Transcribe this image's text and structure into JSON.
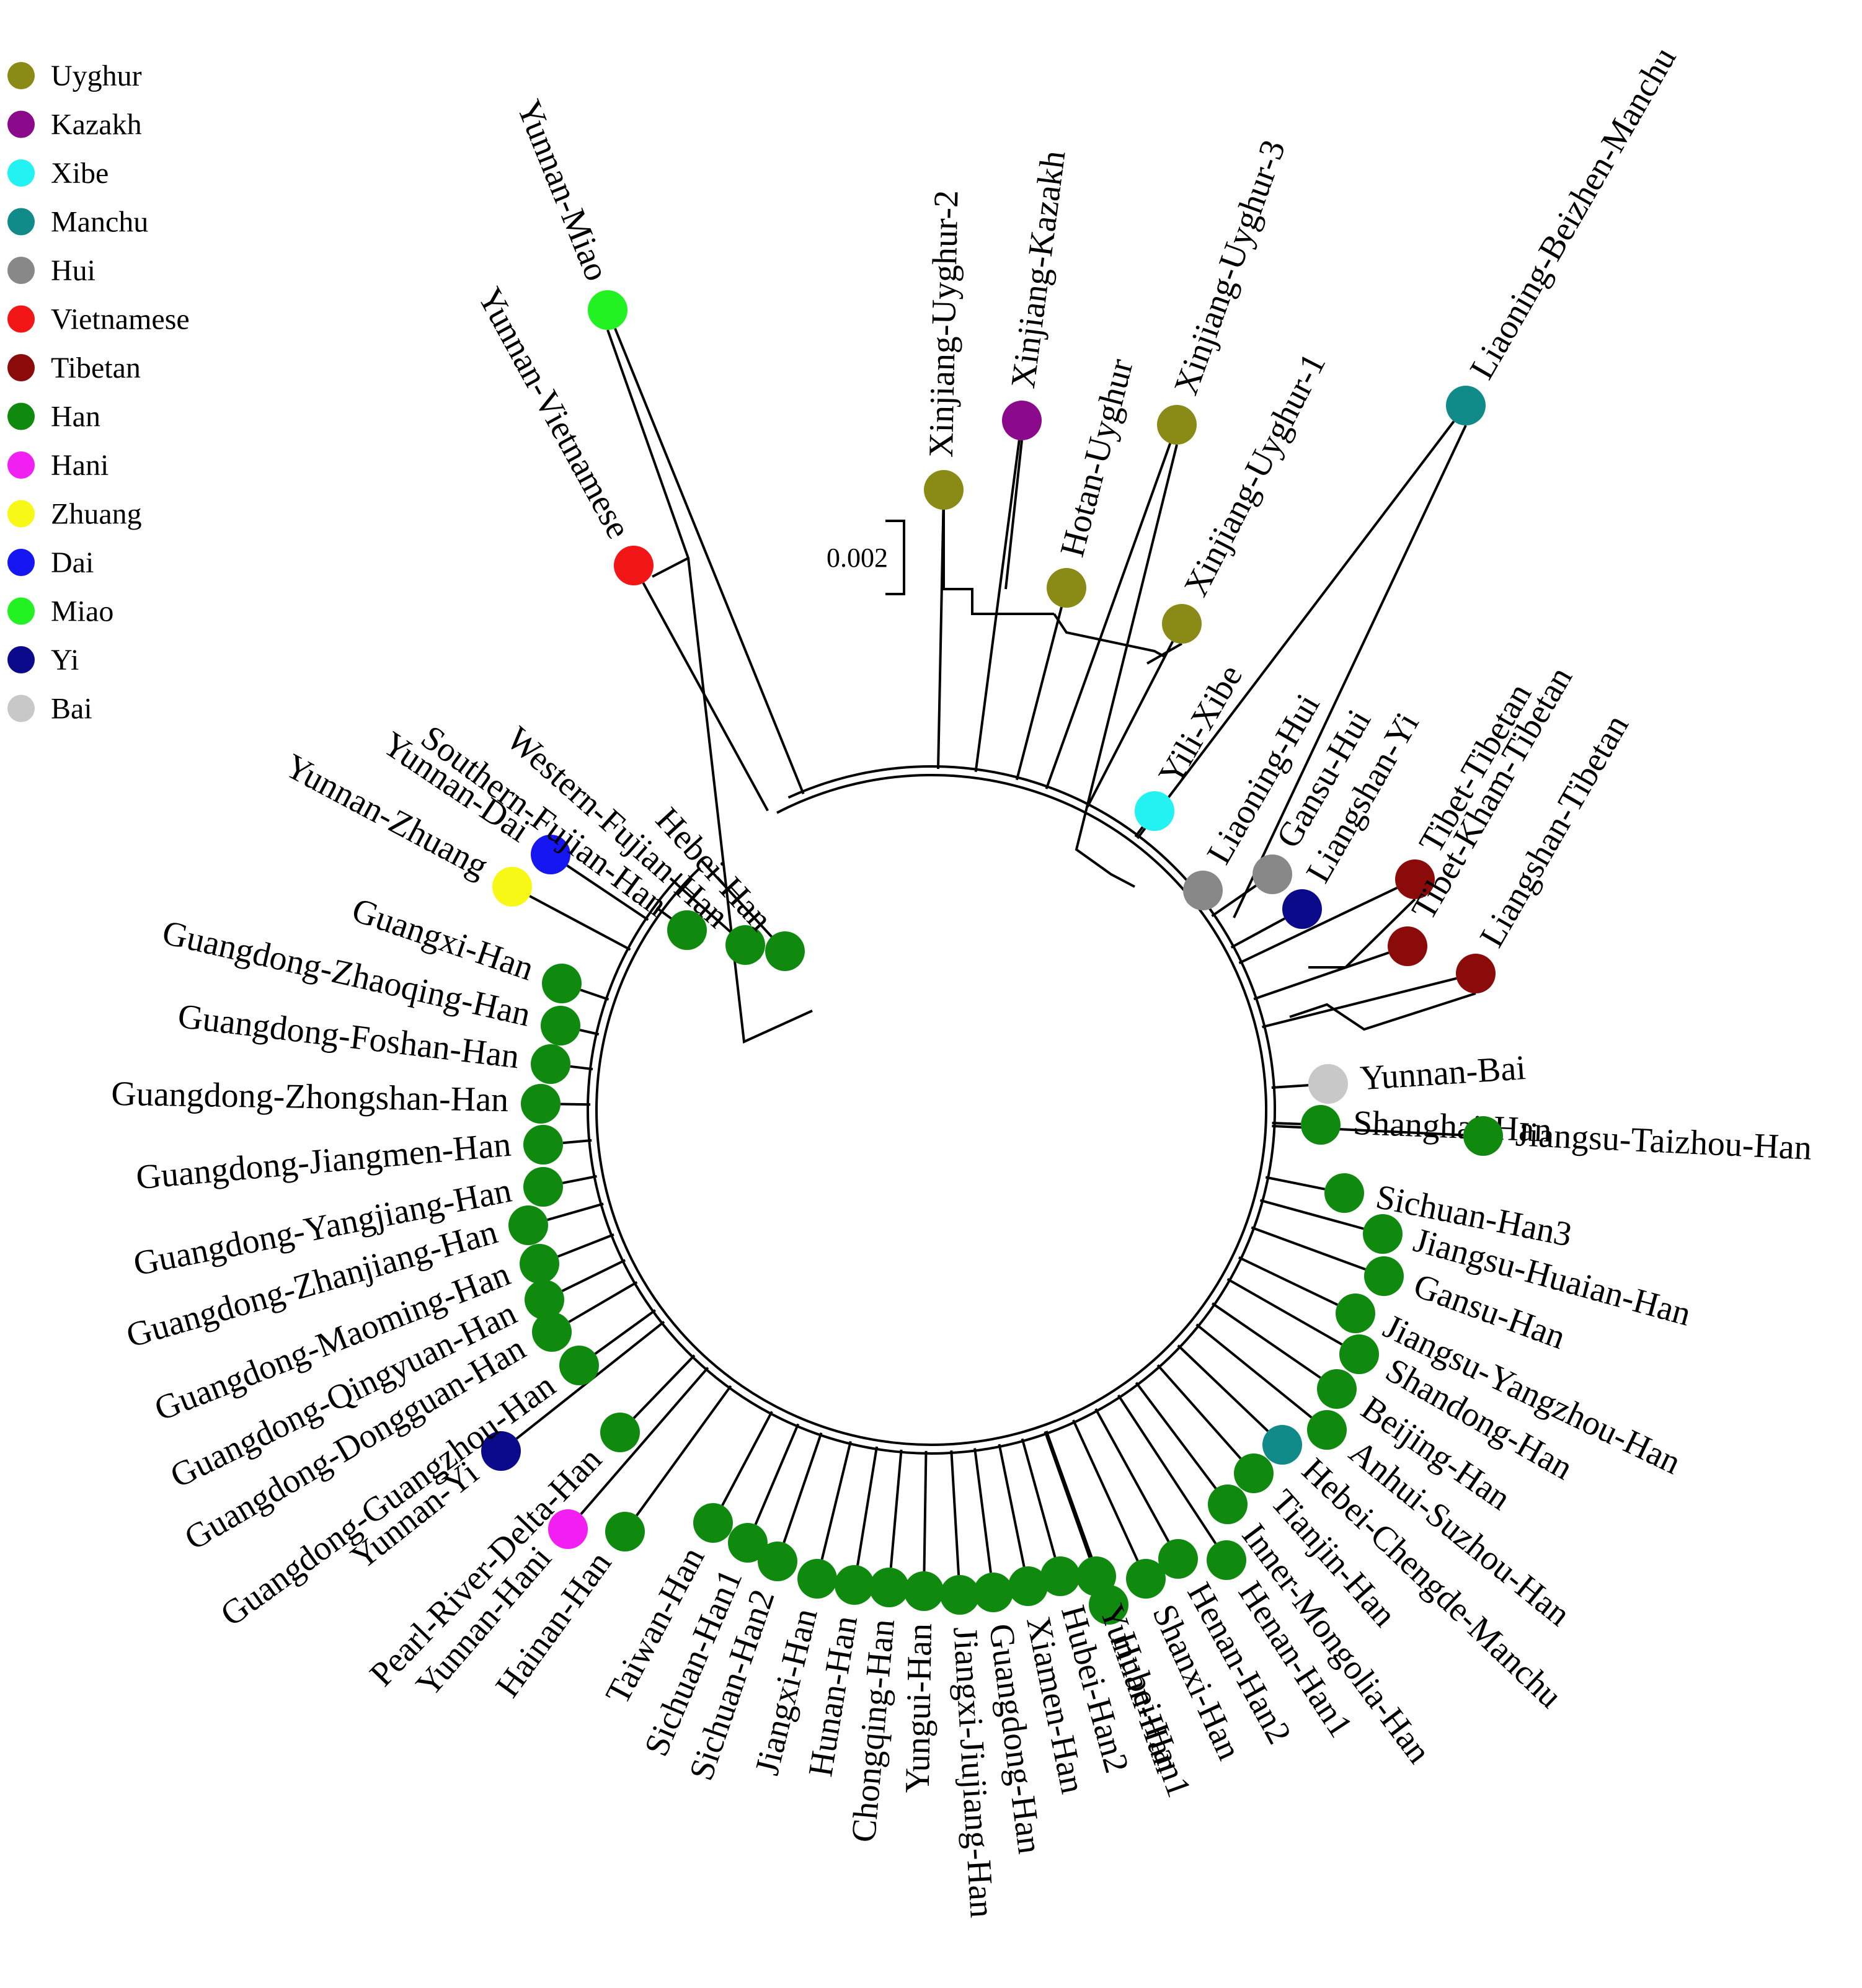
{
  "legend": [
    {
      "label": "Uyghur",
      "color": "#8a8a16"
    },
    {
      "label": "Kazakh",
      "color": "#8b0a8b"
    },
    {
      "label": "Xibe",
      "color": "#22f2f2"
    },
    {
      "label": "Manchu",
      "color": "#118a8a"
    },
    {
      "label": "Hui",
      "color": "#888888"
    },
    {
      "label": "Vietnamese",
      "color": "#f21616"
    },
    {
      "label": "Tibetan",
      "color": "#8b0a0a"
    },
    {
      "label": "Han",
      "color": "#0f8a0f"
    },
    {
      "label": "Hani",
      "color": "#f21ff2"
    },
    {
      "label": "Zhuang",
      "color": "#f8f816"
    },
    {
      "label": "Dai",
      "color": "#1616f2"
    },
    {
      "label": "Miao",
      "color": "#22f222"
    },
    {
      "label": "Yi",
      "color": "#0a0a8a"
    },
    {
      "label": "Bai",
      "color": "#c8c8c8"
    }
  ],
  "scale_bar": {
    "label": "0.002"
  },
  "tips": [
    {
      "label": "Yunnan-Miao",
      "group": "Miao"
    },
    {
      "label": "Yunnan-Vietnamese",
      "group": "Vietnamese"
    },
    {
      "label": "Xinjiang-Uyghur-2",
      "group": "Uyghur"
    },
    {
      "label": "Xinjiang-Kazakh",
      "group": "Kazakh"
    },
    {
      "label": "Hotan-Uyghur",
      "group": "Uyghur"
    },
    {
      "label": "Xinjiang-Uyghur-3",
      "group": "Uyghur"
    },
    {
      "label": "Xinjiang-Uyghur-1",
      "group": "Uyghur"
    },
    {
      "label": "Liaoning-Beizhen-Manchu",
      "group": "Manchu"
    },
    {
      "label": "Yili-Xibe",
      "group": "Xibe"
    },
    {
      "label": "Liaoning-Hui",
      "group": "Hui"
    },
    {
      "label": "Gansu-Hui",
      "group": "Hui"
    },
    {
      "label": "Liangshan-Yi",
      "group": "Yi"
    },
    {
      "label": "Tibet-Tibetan",
      "group": "Tibetan"
    },
    {
      "label": "Tibet-Kham-Tibetan",
      "group": "Tibetan"
    },
    {
      "label": "Liangshan-Tibetan",
      "group": "Tibetan"
    },
    {
      "label": "Yunnan-Bai",
      "group": "Bai"
    },
    {
      "label": "Shanghai-Han",
      "group": "Han"
    },
    {
      "label": "Jiangsu-Taizhou-Han",
      "group": "Han"
    },
    {
      "label": "Sichuan-Han3",
      "group": "Han"
    },
    {
      "label": "Jiangsu-Huaian-Han",
      "group": "Han"
    },
    {
      "label": "Gansu-Han",
      "group": "Han"
    },
    {
      "label": "Jiangsu-Yangzhou-Han",
      "group": "Han"
    },
    {
      "label": "Shandong-Han",
      "group": "Han"
    },
    {
      "label": "Beijing-Han",
      "group": "Han"
    },
    {
      "label": "Anhui-Suzhou-Han",
      "group": "Han"
    },
    {
      "label": "Hebei-Chengde-Manchu",
      "group": "Manchu"
    },
    {
      "label": "Tianjin-Han",
      "group": "Han"
    },
    {
      "label": "Inner-Mongolia-Han",
      "group": "Han"
    },
    {
      "label": "Henan-Han1",
      "group": "Han"
    },
    {
      "label": "Henan-Han2",
      "group": "Han"
    },
    {
      "label": "Shanxi-Han",
      "group": "Han"
    },
    {
      "label": "Hubei-Han1",
      "group": "Han"
    },
    {
      "label": "Yunnan-Han",
      "group": "Han"
    },
    {
      "label": "Hubei-Han2",
      "group": "Han"
    },
    {
      "label": "Xiamen-Han",
      "group": "Han"
    },
    {
      "label": "Guangdong-Han",
      "group": "Han"
    },
    {
      "label": "Jiangxi-Jiujiang-Han",
      "group": "Han"
    },
    {
      "label": "Yungui-Han",
      "group": "Han"
    },
    {
      "label": "Chongqing-Han",
      "group": "Han"
    },
    {
      "label": "Hunan-Han",
      "group": "Han"
    },
    {
      "label": "Jiangxi-Han",
      "group": "Han"
    },
    {
      "label": "Sichuan-Han2",
      "group": "Han"
    },
    {
      "label": "Sichuan-Han1",
      "group": "Han"
    },
    {
      "label": "Taiwan-Han",
      "group": "Han"
    },
    {
      "label": "Hainan-Han",
      "group": "Han"
    },
    {
      "label": "Yunnan-Hani",
      "group": "Hani"
    },
    {
      "label": "Pearl-River-Delta-Han",
      "group": "Han"
    },
    {
      "label": "Yunnan-Yi",
      "group": "Yi"
    },
    {
      "label": "Guangdong-Guangzhou-Han",
      "group": "Han"
    },
    {
      "label": "Guangdong-Dongguan-Han",
      "group": "Han"
    },
    {
      "label": "Guangdong-Qingyuan-Han",
      "group": "Han"
    },
    {
      "label": "Guangdong-Maoming-Han",
      "group": "Han"
    },
    {
      "label": "Guangdong-Zhanjiang-Han",
      "group": "Han"
    },
    {
      "label": "Guangdong-Yangjiang-Han",
      "group": "Han"
    },
    {
      "label": "Guangdong-Jiangmen-Han",
      "group": "Han"
    },
    {
      "label": "Guangdong-Zhongshan-Han",
      "group": "Han"
    },
    {
      "label": "Guangdong-Foshan-Han",
      "group": "Han"
    },
    {
      "label": "Guangdong-Zhaoqing-Han",
      "group": "Han"
    },
    {
      "label": "Guangxi-Han",
      "group": "Han"
    },
    {
      "label": "Yunnan-Zhuang",
      "group": "Zhuang"
    },
    {
      "label": "Yunnan-Dai",
      "group": "Dai"
    },
    {
      "label": "Southern-Fujian-Han",
      "group": "Han"
    },
    {
      "label": "Western-Fujian-Han",
      "group": "Han"
    },
    {
      "label": "Hebei-Han",
      "group": "Han"
    }
  ]
}
